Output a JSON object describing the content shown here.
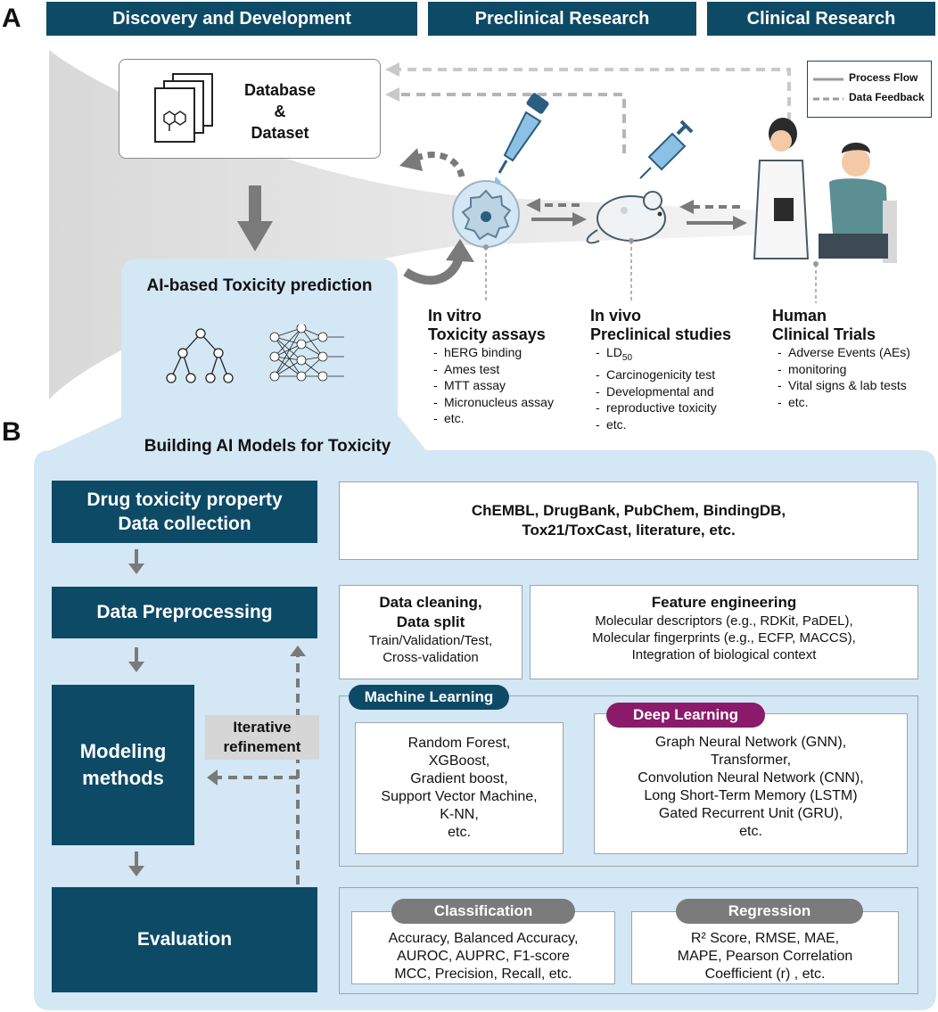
{
  "panel_labels": {
    "a": "A",
    "b": "B"
  },
  "phases": [
    "Discovery and Development",
    "Preclinical Research",
    "Clinical Research"
  ],
  "legend": {
    "process_flow": "Process Flow",
    "data_feedback": "Data Feedback"
  },
  "database": {
    "line1": "Database",
    "line2": "&",
    "line3": "Dataset"
  },
  "ai_box": {
    "title": "AI-based Toxicity prediction"
  },
  "stages": [
    {
      "title1": "In vitro",
      "title2": "Toxicity assays",
      "items": [
        "hERG binding",
        "Ames test",
        "MTT assay",
        "Micronucleus assay",
        "etc."
      ]
    },
    {
      "title1": "In vivo",
      "title2": "Preclinical studies",
      "item_ld": "LD",
      "item_ld_sub": "50",
      "items": [
        "Carcinogenicity test",
        "Developmental and",
        "reproductive toxicity",
        "etc."
      ]
    },
    {
      "title1": "Human",
      "title2": "Clinical Trials",
      "items": [
        "Adverse Events (AEs)",
        "monitoring",
        "Vital signs &  lab tests",
        "etc."
      ]
    }
  ],
  "panel_b_title": "Building AI Models for Toxicity",
  "left_steps": {
    "collection": {
      "line1": "Drug toxicity property",
      "line2": "Data collection"
    },
    "preprocessing": "Data Preprocessing",
    "modeling": {
      "line1": "Modeling",
      "line2": "methods"
    },
    "evaluation": "Evaluation"
  },
  "iterative": {
    "line1": "Iterative",
    "line2": "refinement"
  },
  "sources": {
    "line1": "ChEMBL, DrugBank, PubChem, BindingDB,",
    "line2": "Tox21/ToxCast, literature, etc."
  },
  "cleaning": {
    "title1": "Data cleaning,",
    "title2": "Data split",
    "line1": "Train/Validation/Test,",
    "line2": "Cross-validation"
  },
  "feature": {
    "title": "Feature engineering",
    "lines": [
      "Molecular descriptors (e.g., RDKit, PaDEL),",
      "Molecular fingerprints (e.g., ECFP, MACCS),",
      "Integration of biological context"
    ]
  },
  "ml": {
    "label": "Machine Learning",
    "items": [
      "Random Forest,",
      "XGBoost,",
      "Gradient boost,",
      "Support Vector Machine,",
      "K-NN,",
      "etc."
    ]
  },
  "dl": {
    "label": "Deep Learning",
    "items": [
      "Graph Neural Network (GNN),",
      "Transformer,",
      "Convolution Neural Network (CNN),",
      "Long Short-Term Memory (LSTM)",
      "Gated Recurrent Unit (GRU),",
      "etc."
    ]
  },
  "classification": {
    "label": "Classification",
    "lines": [
      "Accuracy, Balanced Accuracy,",
      "AUROC, AUPRC, F1-score",
      "MCC, Precision, Recall, etc."
    ]
  },
  "regression": {
    "label": "Regression",
    "lines": [
      "R² Score, RMSE, MAE,",
      "MAPE, Pearson Correlation",
      "Coefficient (r) , etc."
    ]
  },
  "colors": {
    "navy": "#0d4a66",
    "light_blue": "#d4e7f5",
    "purple": "#8b1a6b",
    "gray_pill": "#7b7b7b"
  }
}
